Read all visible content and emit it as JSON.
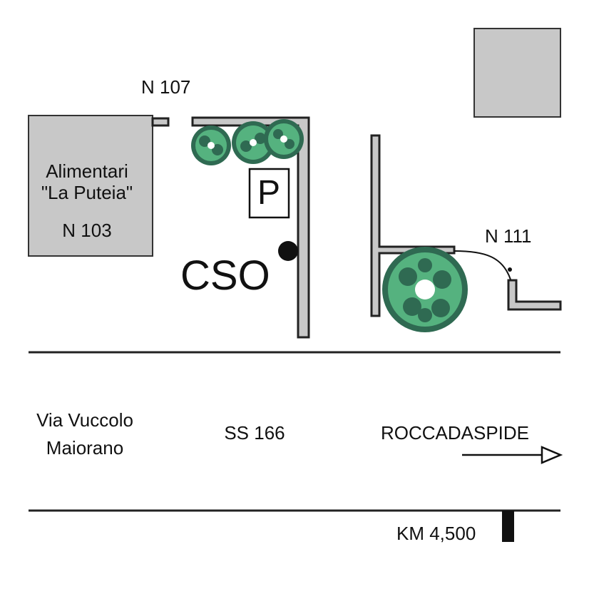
{
  "labels": {
    "n107": "N 107",
    "shop_line1": "Alimentari",
    "shop_line2": "\"La Puteia\"",
    "n103": "N 103",
    "parking": "P",
    "cso": "CSO",
    "n111": "N 111",
    "street_line1": "Via Vuccolo",
    "street_line2": "Maiorano",
    "road_name": "SS 166",
    "direction": "ROCCADASPIDE",
    "km": "KM 4,500"
  },
  "colors": {
    "building_fill": "#c8c8c8",
    "leaf_light": "#55b27f",
    "leaf_dark": "#2f6a52",
    "outline": "#222222"
  },
  "icons": [
    "tree-icon",
    "parking-sign-icon",
    "location-dot-icon",
    "arrow-right-icon",
    "km-marker-icon"
  ]
}
